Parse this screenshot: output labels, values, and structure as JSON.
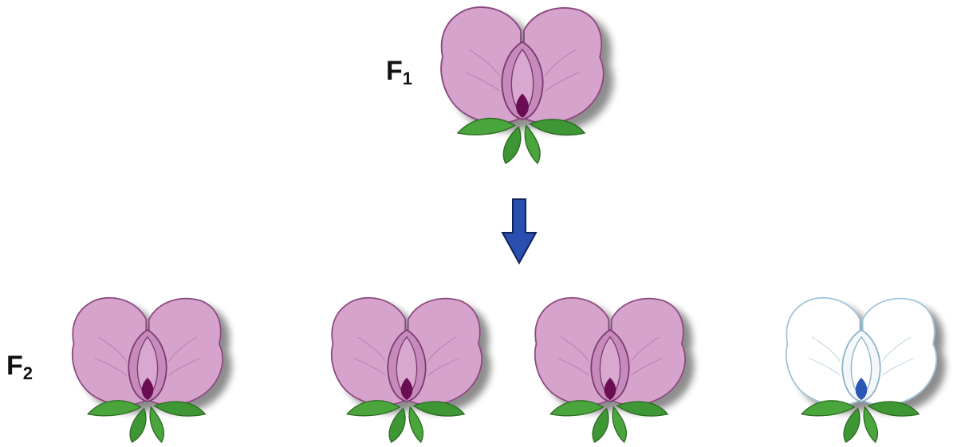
{
  "labels": {
    "f1": {
      "letter": "F",
      "sub": "1"
    },
    "f2": {
      "letter": "F",
      "sub": "2"
    }
  },
  "colors": {
    "purple_petal": "#d6a3cd",
    "purple_inner": "#c68abc",
    "purple_center": "#6b0d52",
    "white_petal": "#ffffff",
    "white_center": "#2a56b8",
    "leaf": "#4aa63c",
    "arrow": "#2a4fb0"
  },
  "generations": {
    "f1": [
      {
        "color": "purple"
      }
    ],
    "f2": [
      {
        "color": "purple"
      },
      {
        "color": "purple"
      },
      {
        "color": "purple"
      },
      {
        "color": "white"
      }
    ]
  }
}
